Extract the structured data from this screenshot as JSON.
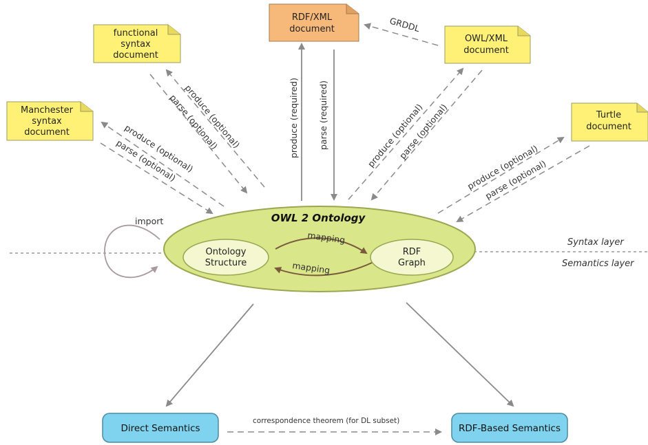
{
  "documents": {
    "functional": [
      "functional",
      "syntax",
      "document"
    ],
    "manchester": [
      "Manchester",
      "syntax",
      "document"
    ],
    "rdfxml": [
      "RDF/XML",
      "document"
    ],
    "owlxml": [
      "OWL/XML",
      "document"
    ],
    "turtle": [
      "Turtle",
      "document"
    ]
  },
  "edges": {
    "produce_optional": "produce (optional)",
    "parse_optional": "parse (optional)",
    "produce_required": "produce (required)",
    "parse_required": "parse (required)",
    "grddl": "GRDDL",
    "import": "import"
  },
  "ontology": {
    "title": "OWL 2 Ontology",
    "structure": [
      "Ontology",
      "Structure"
    ],
    "graph": [
      "RDF",
      "Graph"
    ],
    "mapping_label": "mapping"
  },
  "layers": {
    "syntax": "Syntax layer",
    "semantics": "Semantics layer"
  },
  "semantics": {
    "direct": "Direct Semantics",
    "rdf_based": "RDF-Based Semantics",
    "correspondence": "correspondence theorem (for DL subset)"
  },
  "colors": {
    "doc_yellow": "#fff176",
    "doc_orange": "#f7b97a",
    "ellipse_fill": "#d9e68a",
    "inner_fill": "#f4f7d0",
    "semantics_blue": "#7fd3ee",
    "arrow_gray": "#8a8a8a",
    "mapping_brown": "#7a5a3a"
  }
}
